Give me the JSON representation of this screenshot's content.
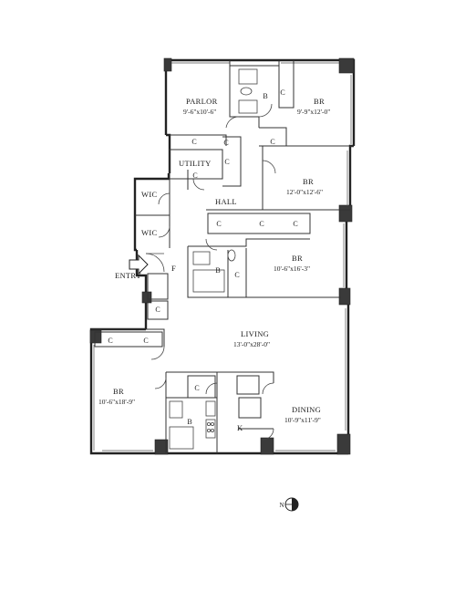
{
  "rooms": {
    "parlor": {
      "name": "PARLOR",
      "dim": "9'-6\"x10'-6\""
    },
    "br_top_right": {
      "name": "BR",
      "dim": "9'-9\"x12'-0\""
    },
    "br_middle": {
      "name": "BR",
      "dim": "12'-0\"x12'-6\""
    },
    "br_center": {
      "name": "BR",
      "dim": "10'-6\"x16'-3\""
    },
    "br_left": {
      "name": "BR",
      "dim": "10'-6\"x18'-9\""
    },
    "living": {
      "name": "LIVING",
      "dim": "13'-0\"x28'-0\""
    },
    "dining": {
      "name": "DINING",
      "dim": "10'-9\"x11'-9\""
    },
    "utility": "UTILITY",
    "hall": "HALL",
    "wic_upper": "WIC",
    "wic_lower": "WIC",
    "entry": "ENTRY",
    "foyer": "F",
    "kitchen": "K"
  },
  "marks": {
    "closet": "C",
    "bath": "B"
  },
  "compass": {
    "letter": "N",
    "icon": "north-arrow-icon"
  }
}
